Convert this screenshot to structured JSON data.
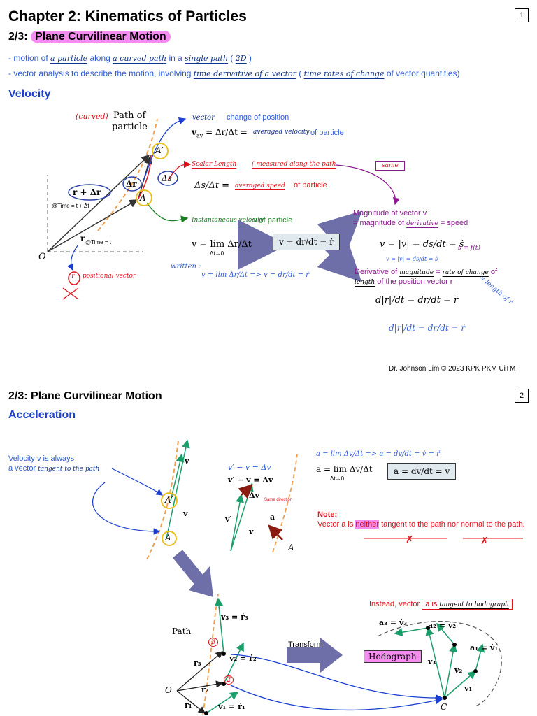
{
  "page1": {
    "title": "Chapter 2: Kinematics of Particles",
    "page_number": "1",
    "subtitle_prefix": "2/3:",
    "subtitle": "Plane Curvilinear Motion",
    "line1": {
      "t1": "- motion of",
      "f1": "a particle",
      "t2": "along",
      "f2": "a curved path",
      "t3": "in a",
      "f3": "single path",
      "t4": "(",
      "f4": "2D",
      "t5": ")"
    },
    "line2": {
      "t1": "- vector analysis to describe the motion, involving",
      "f1": "time derivative of a vector",
      "t2": "(",
      "f2": "time rates of change",
      "t3": "of vector quantities)"
    },
    "section": "Velocity",
    "diagram": {
      "curved_note": "(curved)",
      "path_label_1": "Path of",
      "path_label_2": "particle",
      "r_plus_dr": "r + Δr",
      "time_dt": "@Time = t + Δt",
      "r_label": "r",
      "time_t": "@Time = t",
      "origin": "O",
      "point_a": "A",
      "point_a_prime": "A′",
      "delta_r": "Δr",
      "delta_s": "Δs",
      "r_circle": "r",
      "position_vector": "positional vector"
    },
    "vector_note": "vector",
    "change_of_position": "change of position",
    "vav_formula": "v",
    "vav_sub": "av",
    "vav_eq": "= Δr/Δt  =",
    "avg_velocity": "averaged velocity",
    "of_particle": "of particle",
    "scalar_length": "Scalar Length",
    "measured_along": "( measured along the path",
    "same_box": "same",
    "ds_dt": "Δs/Δt  =",
    "avg_speed": "averaged speed",
    "of_particle_red": "of particle",
    "inst_velocity": "Instantaneous velocity",
    "v_of_particle": "v of particle",
    "lim_formula": "v = lim Δr/Δt",
    "lim_sub": "Δt→0",
    "box_formula": "v = dr/dt = ṙ",
    "written": "written :",
    "written_formula": "v = lim Δr/Δt  =>  v = dr/dt = ṙ",
    "mag_line1": "Magnitude of vector v",
    "mag_line2_a": "= magnitude of",
    "mag_line2_f": "derivative",
    "mag_line2_b": "= speed",
    "speed_formula": "v = |v| = ds/dt = ṡ",
    "s_ft": "s = f(t)",
    "vabs": "v = |v| = ds/dt = ṡ",
    "deriv_a": "Derivative of",
    "deriv_f1": "magnitude",
    "deriv_b": "=",
    "deriv_f2": "rate of change",
    "deriv_c": "of",
    "deriv_f3": "length",
    "deriv_d": "of the position vector r",
    "length_of_r": "= length of r",
    "dr_formula": "d|r|/dt = dr/dt = ṙ",
    "dr_hand": "d|r|/dt = dr/dt = ṙ",
    "footer": "Dr. Johnson Lim © 2023 KPK PKM UiTM"
  },
  "page2": {
    "subtitle": "2/3: Plane Curvilinear Motion",
    "page_number": "2",
    "section": "Acceleration",
    "vel_text_1": "Velocity v is always",
    "vel_text_2": "a vector",
    "vel_fill": "tangent to the path",
    "a_lim_hand": "a = lim Δv/Δt  =>  a = dv/dt = v̇ = r̈",
    "a_lim": "a = lim Δv/Δt",
    "a_lim_sub": "Δt→0",
    "a_box": "a = dv/dt = v̇",
    "vprime_hand": "v′ − v = Δv",
    "vprime_print": "v′ − v = Δv",
    "same_direction": "Same direction",
    "delta_v": "Δv",
    "v_prime": "v′",
    "v_label": "v",
    "a_circle": "a",
    "A": "A",
    "A_prime": "A′",
    "note_title": "Note:",
    "note_a": "Vector a is",
    "note_neither": "neither",
    "note_b": "tangent to the path nor normal to the path.",
    "cross": "X",
    "instead": "Instead, vector",
    "instead_a": "a is",
    "instead_fill": "tangent to hodograph",
    "path": "Path",
    "v3_r3": "v₃ = ṙ₃",
    "v2_r2": "v₂ = ṙ₂",
    "v1_r1": "v₁ = ṙ₁",
    "r3": "r₃",
    "r2": "r₂",
    "r1": "r₁",
    "O": "O",
    "c3": "3",
    "c2": "2",
    "transform": "Transform",
    "hodograph": "Hodograph",
    "a3": "a₃ = v̇₃",
    "a2": "a₂ = v̇₂",
    "a1": "a₁ = v̇₁",
    "hv3": "v₃",
    "hv2": "v₂",
    "hv1": "v₁",
    "C": "C"
  },
  "colors": {
    "blue": "#2e5bd8",
    "red": "#e0121b",
    "purple": "#8a1a8f",
    "green": "#1a7d22",
    "highlight": "#f58df0",
    "arrow": "#6e6fa8",
    "path_orange": "#f0a050"
  }
}
